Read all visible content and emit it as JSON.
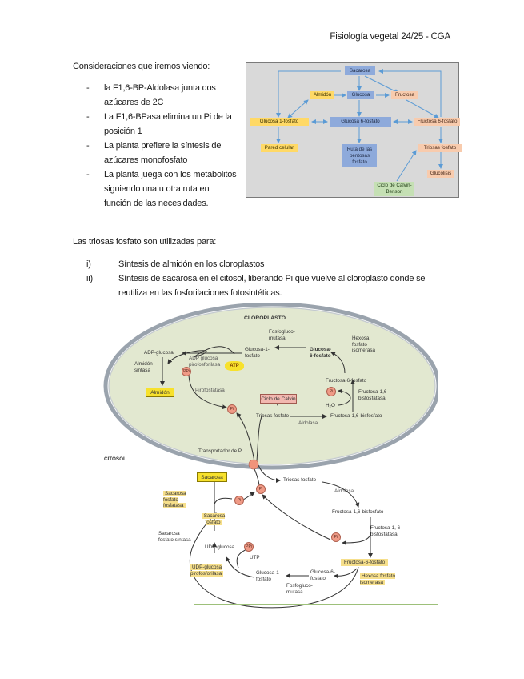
{
  "header": {
    "title": "Fisiología vegetal 24/25 - CGA"
  },
  "considerations": {
    "heading": "Consideraciones que iremos viendo:",
    "bullet": "-",
    "items": [
      "la F1,6-BP-Aldolasa junta dos azúcares de 2C",
      "La F1,6-BPasa elimina un Pi de la posición 1",
      "La planta prefiere la síntesis de azúcares monofosfato",
      "La planta juega con los metabolitos siguiendo una u otra ruta en función de las necesidades."
    ]
  },
  "mini_diagram": {
    "nodes": {
      "sacarosa": "Sacarosa",
      "almidon": "Almidón",
      "glucosa": "Glucosa",
      "fructosa": "Fructosa",
      "glucosa_1p": "Glucosa 1-fosfato",
      "glucosa_6p": "Glucosa 6-fosfato",
      "fructosa_6p": "Fructosa 6-fosfato",
      "pared": "Pared celular",
      "pentosas": "Ruta de las pentosas fosfato",
      "triosas": "Triosas fosfato",
      "glucolisis": "Glucólisis",
      "calvin": "Ciclo de Calvin-Benson"
    },
    "colors": {
      "blue": "#8eaadb",
      "yellow": "#ffd966",
      "peach": "#f8cbad",
      "green": "#c5e0b4",
      "arrow": "#5b9bd5",
      "background": "#d9d9d9"
    }
  },
  "triosas": {
    "heading": "Las triosas fosfato son utilizadas para:",
    "items": [
      {
        "num": "i)",
        "text": "Síntesis de almidón en los cloroplastos"
      },
      {
        "num": "ii)",
        "text": "Síntesis de sacarosa en el citosol, liberando Pi que vuelve al cloroplasto donde se reutiliza en las fosforilaciones fotosintéticas."
      }
    ]
  },
  "big_diagram": {
    "cloroplasto": "CLOROPLASTO",
    "citosol": "CITOSOL",
    "chloro": {
      "adp_glucosa": "ADP-glucosa",
      "almidon_sintasa": "Almidón sintasa",
      "almidon": "Almidón",
      "glucosa_1p": "Glucosa-1-fosfato",
      "fosfogluco": "Fosfogluco-mutasa",
      "glucosa_6p": "Glucosa-6-fosfato",
      "hexosa_iso": "Hexosa fosfato isomerasa",
      "adp_pirofos": "ADP glucosa pirofosforilasa",
      "atp": "ATP",
      "ppi": "PPi",
      "pirofosfatasa": "Pirofosfatasa",
      "pi": "Pi",
      "fructosa_6p": "Fructosa-6-fosfato",
      "fbpasa": "Fructosa-1,6-bisfosfatasa",
      "h2o": "H₂O",
      "ciclo_calvin": "Ciclo de Calvin",
      "triosas": "Triosas fosfato",
      "aldolasa": "Aldolasa",
      "fbp": "Fructosa-1,6-bisfosfato",
      "transportador": "Transportador de Pᵢ"
    },
    "cyto": {
      "sacarosa": "Sacarosa",
      "sps_fosfatasa": "Sacarosa fosfato fosfatasa",
      "sacarosa_fosfato": "Sacarosa fosfato",
      "sps_sintasa": "Sacarosa fosfato sintasa",
      "udp_glucosa": "UDP-glucosa",
      "utp": "UTP",
      "ppi": "PPi",
      "udp_pirofos": "UDP-glucosa pirofosforilasa",
      "glucosa_1p": "Glucosa-1-fosfato",
      "glucosa_6p": "Glucosa-6-fosfato",
      "fosfogluco": "Fosfogluco-mutasa",
      "fructosa_6p": "Fructosa-6-fosfato",
      "hexosa_iso": "Hexosa fosfato isomerasa",
      "fbpasa": "Fructosa-1, 6-bisfosfatasa",
      "fbp": "Fructosa-1,6-bisfosfato",
      "aldolasa": "Aldolasa",
      "triosas": "Triosas fosfato",
      "pi": "Pi"
    },
    "colors": {
      "chloroplast_fill": "#e2e8d0",
      "membrane": "#9aa3ad",
      "pi": "#ef9a86",
      "highlight": "#f6df8b",
      "box_yellow": "#f7e12c",
      "box_pink": "#f2b8b0",
      "baseline": "#9dc07a"
    }
  }
}
